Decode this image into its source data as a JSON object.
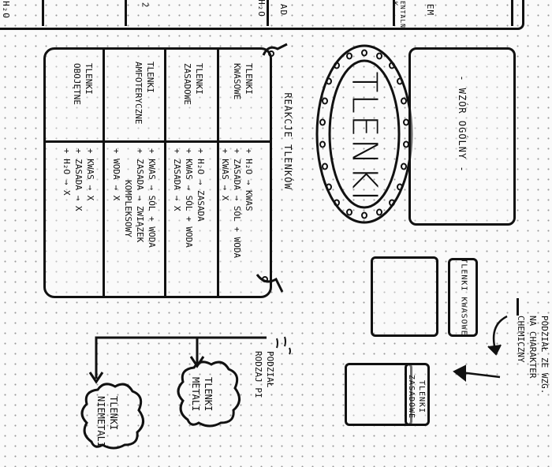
{
  "top_strip": {
    "fragments": [
      "H₂O",
      "H₂O",
      "ad",
      "2",
      "K",
      "ENTALN",
      "EM"
    ]
  },
  "title": "TLENKI",
  "general_form": {
    "label": "- WZÓR OGÓLNY -"
  },
  "reactions": {
    "header": "REAKCJE TLENKÓW",
    "columns": [
      {
        "heading_lines": [
          "TLENKI",
          "KWASOWE"
        ],
        "reaction_lines": [
          "+ H₂O → KWAS",
          "+ ZASADA → SÓL + WODA",
          "+ KWAS → X"
        ]
      },
      {
        "heading_lines": [
          "TLENKI",
          "ZASADOWE"
        ],
        "reaction_lines": [
          "+ H₂O → ZASADA",
          "+ KWAS → SÓL + WODA",
          "+ ZASADA → X"
        ]
      },
      {
        "heading_lines": [
          "TLENKI",
          "AMFOTERYCZNE"
        ],
        "reaction_lines": [
          "+ KWAS → SÓL + WODA",
          "+ ZASADA → ZWIĄZEK",
          "KOMPLEKSOWY",
          "+ WODA → X"
        ]
      },
      {
        "heading_lines": [
          "TLENKI",
          "OBOJĘTNE"
        ],
        "reaction_lines": [
          "+ KWAS → X",
          "+ ZASADA → X",
          "+ H₂O → X"
        ]
      }
    ]
  },
  "division_chemical": {
    "lines": [
      "PODZIAŁ ZE WZG.",
      "NA CHARAKTER",
      "CHEMICZNY"
    ],
    "tags": [
      "TLENKI KWASOWE",
      "TLENKI ZASADOWE"
    ]
  },
  "division_type": {
    "lines": [
      "PODZIAŁ",
      "RODZAJ PI"
    ],
    "clouds": [
      "TLENKI METALI",
      "TLENKI NIEMETALI"
    ]
  },
  "colors": {
    "ink": "#111111",
    "paper": "#fafafa",
    "dots": "#9a9a9a"
  }
}
